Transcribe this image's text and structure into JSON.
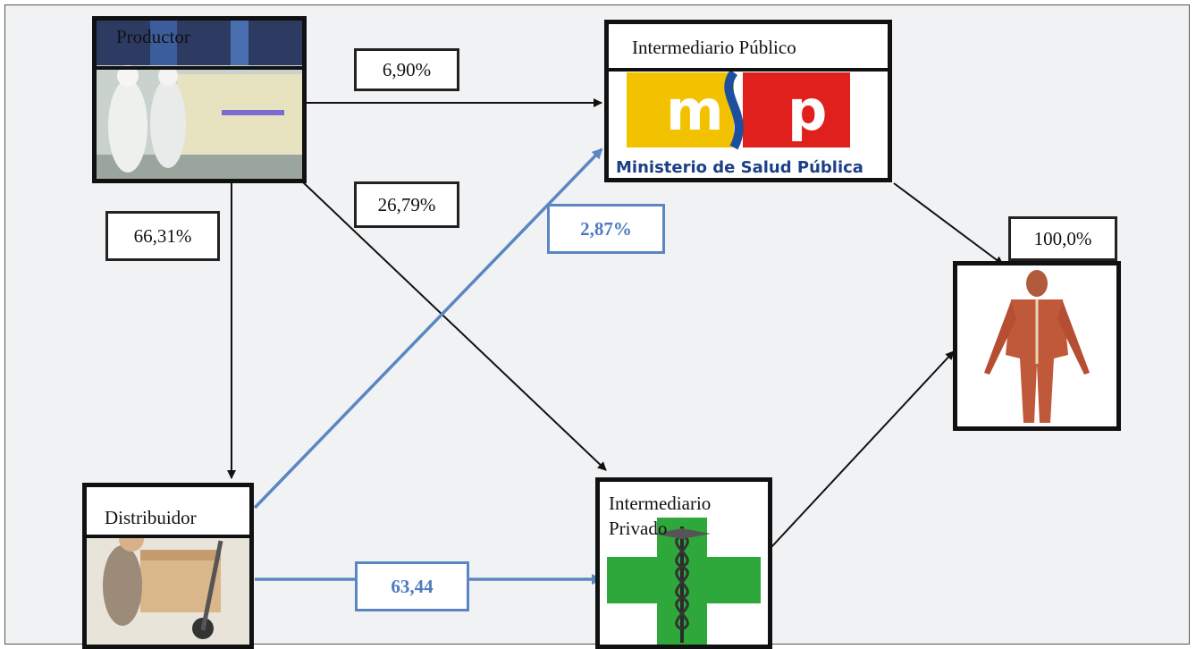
{
  "nodes": {
    "productor": "Productor",
    "intermediario_publico": "Intermediario Público",
    "distribuidor": "Distribuidor",
    "intermediario_privado": "Intermediario\nPrivado",
    "consumidor": ""
  },
  "logo": {
    "msp_letters": "msp",
    "msp_caption": "Ministerio de Salud Pública"
  },
  "flows": {
    "productor_to_publico": "6,90%",
    "productor_to_privado": "26,79%",
    "productor_to_distribuidor": "66,31%",
    "distribuidor_to_publico": "2,87%",
    "distribuidor_to_privado": "63,44",
    "to_consumidor": "100,0%"
  },
  "colors": {
    "arrow_black": "#111111",
    "arrow_blue": "#5b86c2",
    "msp_yellow": "#f2c200",
    "msp_red": "#e0201c",
    "cross_green": "#2ea83a"
  }
}
